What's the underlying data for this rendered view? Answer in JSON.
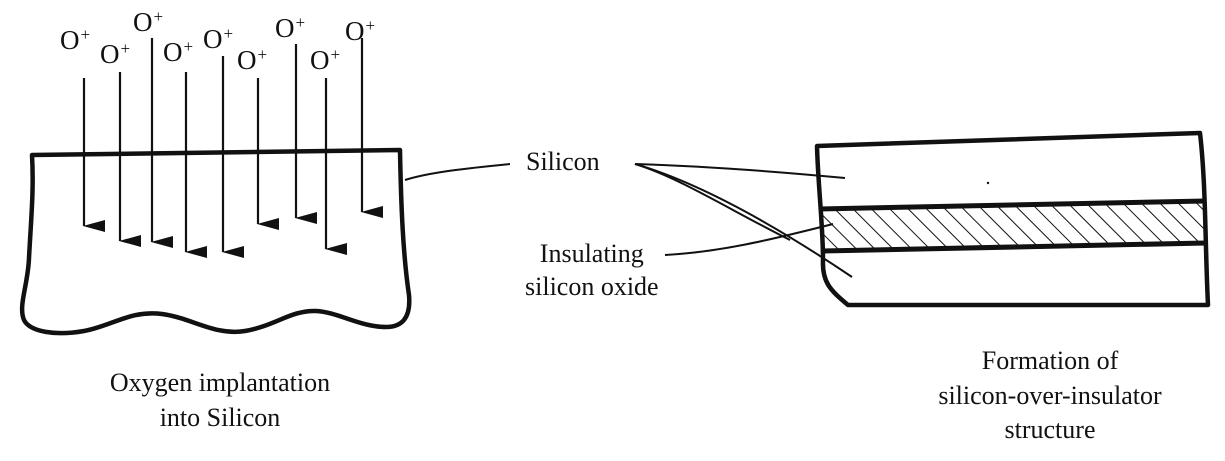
{
  "ions": [
    {
      "base": "O",
      "charge": "+"
    },
    {
      "base": "O",
      "charge": "+"
    },
    {
      "base": "O",
      "charge": "+"
    },
    {
      "base": "O",
      "charge": "+"
    },
    {
      "base": "O",
      "charge": "+"
    },
    {
      "base": "O",
      "charge": "+"
    },
    {
      "base": "O",
      "charge": "+"
    },
    {
      "base": "O",
      "charge": "+"
    },
    {
      "base": "O",
      "charge": "+"
    }
  ],
  "labels": {
    "silicon": "Silicon",
    "oxide_line1": "Insulating",
    "oxide_line2": "silicon oxide"
  },
  "captions": {
    "left_line1": "Oxygen implantation",
    "left_line2": "into Silicon",
    "right_line1": "Formation of",
    "right_line2": "silicon-over-insulator",
    "right_line3": "structure"
  },
  "colors": {
    "ink": "#111111",
    "background": "#ffffff"
  }
}
